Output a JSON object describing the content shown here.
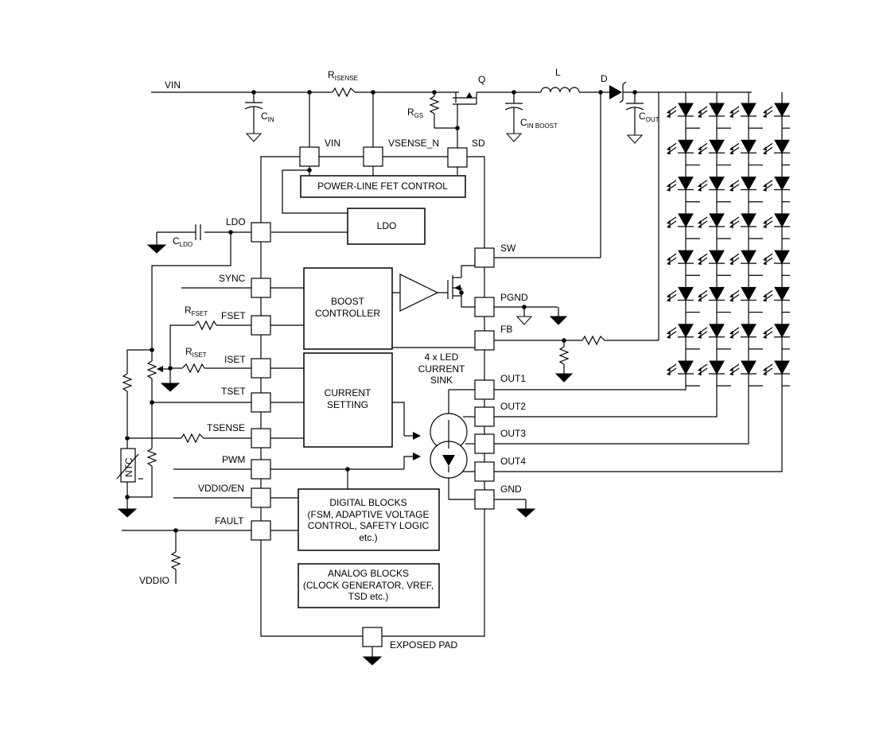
{
  "signals": {
    "vin": "VIN",
    "vddio": "VDDIO",
    "l": "L",
    "q": "Q",
    "d": "D",
    "ntc": "NTC"
  },
  "components": {
    "cin": {
      "main": "C",
      "sub": "IN"
    },
    "cldo": {
      "main": "C",
      "sub": "LDO"
    },
    "risense": {
      "main": "R",
      "sub": "ISENSE"
    },
    "rgs": {
      "main": "R",
      "sub": "GS"
    },
    "cinboost": {
      "main": "C",
      "sub": "IN BOOST"
    },
    "cout": {
      "main": "C",
      "sub": "OUT"
    },
    "rfset": {
      "main": "R",
      "sub": "FSET"
    },
    "riset": {
      "main": "R",
      "sub": "ISET"
    }
  },
  "pins": {
    "vin": "VIN",
    "vsense_n": "VSENSE_N",
    "sd": "SD",
    "ldo": "LDO",
    "sync": "SYNC",
    "fset": "FSET",
    "iset": "ISET",
    "tset": "TSET",
    "tsense": "TSENSE",
    "pwm": "PWM",
    "vddio_en": "VDDIO/EN",
    "fault": "FAULT",
    "sw": "SW",
    "pgnd": "PGND",
    "fb": "FB",
    "out1": "OUT1",
    "out2": "OUT2",
    "out3": "OUT3",
    "out4": "OUT4",
    "gnd": "GND",
    "exposed_pad": "EXPOSED PAD"
  },
  "blocks": {
    "power_line": [
      "POWER-LINE FET CONTROL"
    ],
    "ldo": [
      "LDO"
    ],
    "boost": [
      "BOOST",
      "CONTROLLER"
    ],
    "current": [
      "CURRENT",
      "SETTING"
    ],
    "digital": [
      "DIGITAL BLOCKS",
      "(FSM, ADAPTIVE VOLTAGE",
      "CONTROL, SAFETY LOGIC",
      "etc.)"
    ],
    "analog": [
      "ANALOG BLOCKS",
      "(CLOCK GENERATOR, VREF,",
      "TSD etc.)"
    ],
    "sink": [
      "4 x LED",
      "CURRENT",
      "SINK"
    ]
  }
}
